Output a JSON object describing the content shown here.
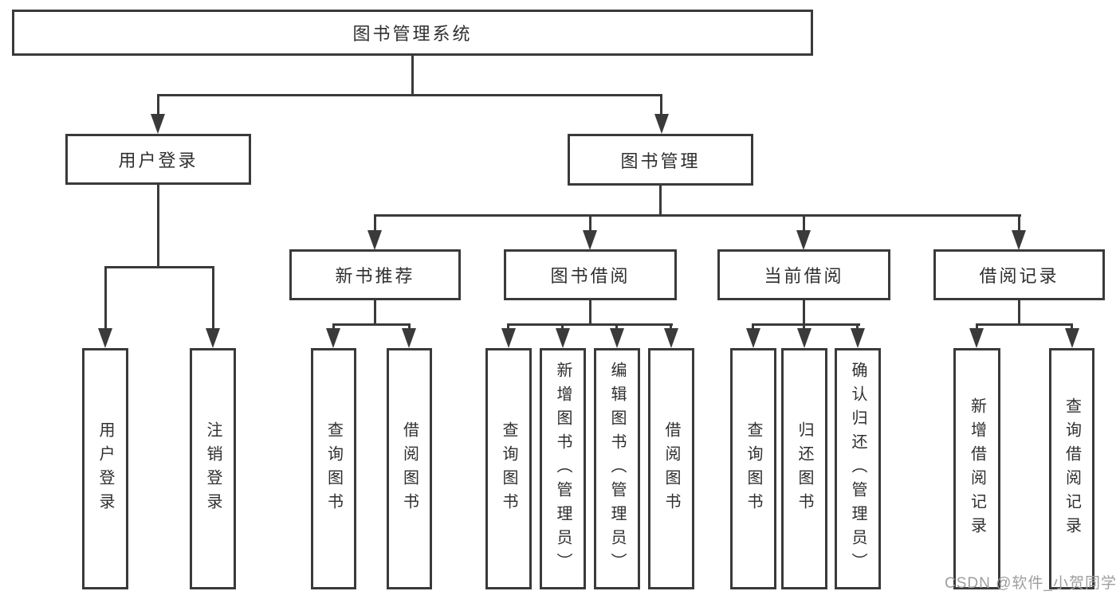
{
  "diagram": {
    "root": {
      "label": "图书管理系统"
    },
    "branches": [
      {
        "label": "用户登录",
        "children": [
          {
            "label": "用户登录"
          },
          {
            "label": "注销登录"
          }
        ]
      },
      {
        "label": "图书管理",
        "children": [
          {
            "label": "新书推荐",
            "children": [
              {
                "label": "查询图书"
              },
              {
                "label": "借阅图书"
              }
            ]
          },
          {
            "label": "图书借阅",
            "children": [
              {
                "label": "查询图书"
              },
              {
                "label": "新增图书（管理员）"
              },
              {
                "label": "编辑图书（管理员）"
              },
              {
                "label": "借阅图书"
              }
            ]
          },
          {
            "label": "当前借阅",
            "children": [
              {
                "label": "查询图书"
              },
              {
                "label": "归还图书"
              },
              {
                "label": "确认归还（管理员）"
              }
            ]
          },
          {
            "label": "借阅记录",
            "children": [
              {
                "label": "新增借阅记录"
              },
              {
                "label": "查询借阅记录"
              }
            ]
          }
        ]
      }
    ]
  },
  "watermark": {
    "text": "CSDN @软件_小贺同学"
  },
  "colors": {
    "line": "#3a3a3a",
    "text": "#2f2f2f",
    "watermark_text": "#9e9e9e",
    "background": "#ffffff"
  }
}
